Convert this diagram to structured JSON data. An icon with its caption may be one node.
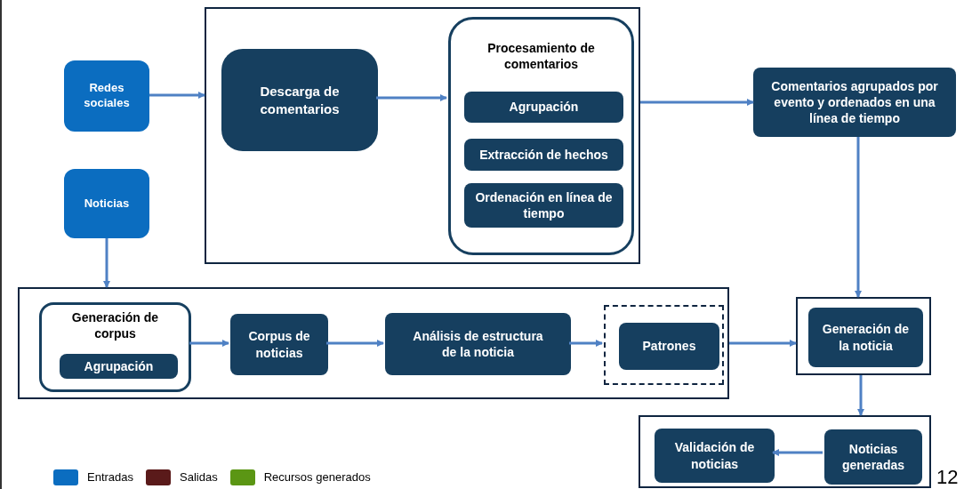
{
  "diagram": {
    "nodes": [
      {
        "text": [
          "Redes sociales"
        ]
      },
      {
        "text": [
          "Noticias"
        ]
      },
      {
        "text": [],
        "shape": "box"
      },
      {
        "text": [
          "Descarga de comentarios"
        ],
        "in": 2
      },
      {
        "text": [
          "Procesamiento de comentarios"
        ],
        "in": 2
      },
      {
        "text": [
          "Agrupación"
        ],
        "in": 4
      },
      {
        "text": [
          "Extracción de hechos"
        ],
        "in": 4
      },
      {
        "text": [
          "Ordenación en línea de tiempo"
        ],
        "in": 4
      },
      {
        "text": [
          "Comentarios agrupados por evento y ordenados en una línea de tiempo"
        ]
      },
      {
        "text": [],
        "shape": "box"
      },
      {
        "text": [
          "Generación de corpus"
        ],
        "in": 9
      },
      {
        "text": [
          "Agrupación"
        ],
        "in": 10
      },
      {
        "text": [
          "Corpus de noticias"
        ],
        "in": 9
      },
      {
        "text": [
          "Análisis de estructura de la noticia"
        ],
        "in": 9
      },
      {
        "text": [],
        "shape": "box",
        "in": 9
      },
      {
        "text": [
          "Patrones"
        ],
        "in": 14
      },
      {
        "text": [],
        "shape": "box"
      },
      {
        "text": [
          "Generación de la noticia"
        ],
        "in": 16
      },
      {
        "text": [],
        "shape": "box"
      },
      {
        "text": [
          "Validación de noticias"
        ],
        "in": 18
      },
      {
        "text": [
          "Noticias generadas"
        ],
        "in": 18
      }
    ],
    "edges": [
      {
        "from": 0,
        "to": 2,
        "arrow": "to"
      },
      {
        "from": 3,
        "to": 4,
        "arrow": "to"
      },
      {
        "from": 2,
        "to": 8,
        "arrow": "to"
      },
      {
        "from": 8,
        "to": 16,
        "arrow": "to"
      },
      {
        "from": 1,
        "to": 9,
        "arrow": "to"
      },
      {
        "from": 10,
        "to": 12,
        "arrow": "to"
      },
      {
        "from": 12,
        "to": 13,
        "arrow": "to"
      },
      {
        "from": 13,
        "to": 14,
        "arrow": "to"
      },
      {
        "from": 9,
        "to": 16,
        "arrow": "to"
      },
      {
        "from": 16,
        "to": 18,
        "arrow": "to"
      },
      {
        "from": 20,
        "to": 19,
        "arrow": "to"
      }
    ],
    "labels": [
      "12"
    ],
    "legend": [
      {
        "text": "Entradas",
        "color": "#0b6dc0"
      },
      {
        "text": "Salidas",
        "color": "#5a1a1a"
      },
      {
        "text": "Recursos generados",
        "color": "#5b9614"
      }
    ]
  }
}
